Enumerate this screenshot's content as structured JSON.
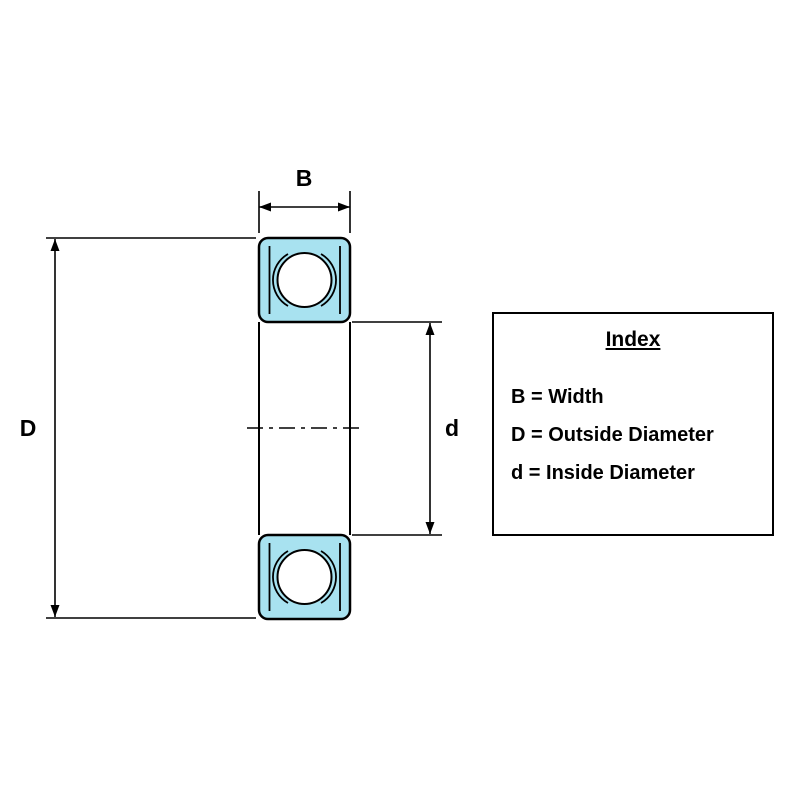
{
  "diagram": {
    "width_label": "B",
    "outside_diameter_label": "D",
    "inside_diameter_label": "d"
  },
  "index_box": {
    "title": "Index",
    "entries": [
      "B = Width",
      "D = Outside Diameter",
      "d = Inside Diameter"
    ]
  },
  "colors": {
    "bearing_fill": "#A8E2F0",
    "line": "#000000",
    "background": "#FFFFFF"
  }
}
